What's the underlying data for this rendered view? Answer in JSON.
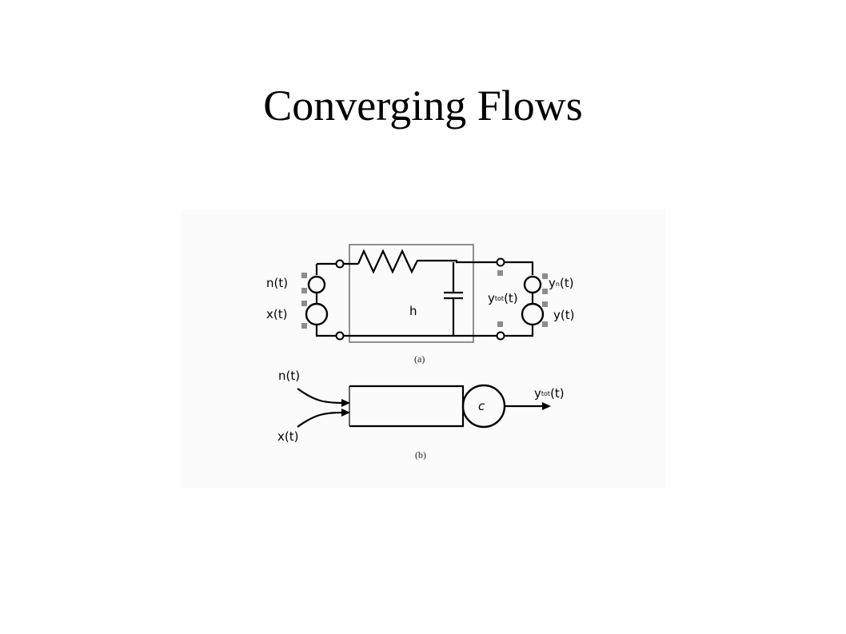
{
  "slide": {
    "title": "Converging Flows"
  },
  "diagram_a": {
    "caption": "(a)",
    "box_label": "h",
    "left_sources": [
      {
        "main": "n",
        "suffix": "(t)"
      },
      {
        "main": "x",
        "suffix": "(t)"
      }
    ],
    "right_sources": [
      {
        "main": "y",
        "sub": "n",
        "suffix": "(t)"
      },
      {
        "main": "y",
        "suffix": "(t)"
      }
    ],
    "output": {
      "main": "y",
      "sub": "tot",
      "suffix": "(t)"
    }
  },
  "diagram_b": {
    "caption": "(b)",
    "inputs": [
      {
        "main": "n",
        "suffix": "(t)"
      },
      {
        "main": "x",
        "suffix": "(t)"
      }
    ],
    "node_label": "c",
    "output": {
      "main": "y",
      "sub": "tot",
      "suffix": "(t)"
    }
  }
}
